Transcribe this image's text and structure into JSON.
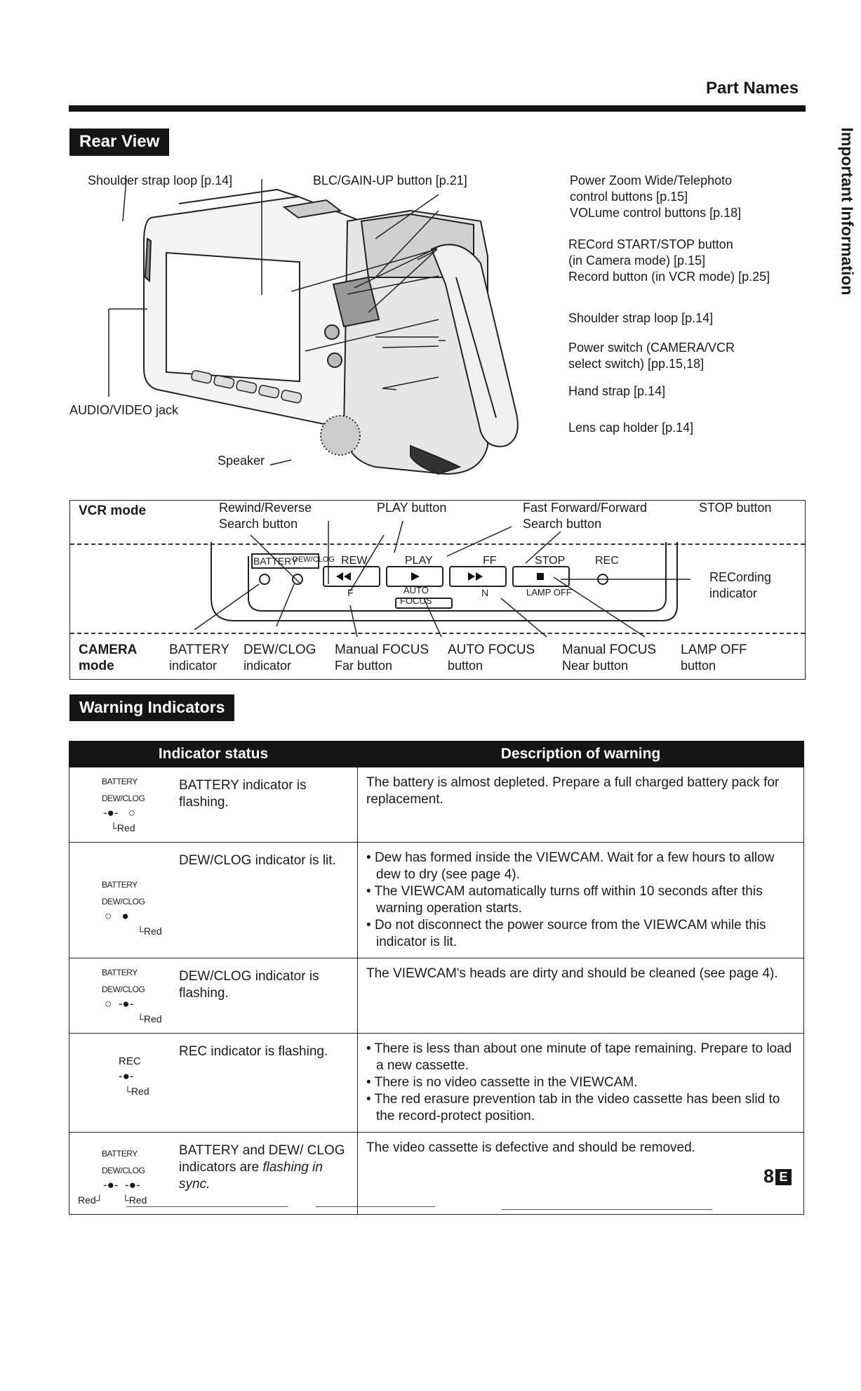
{
  "header": {
    "title": "Part Names",
    "side_tab": "Important Information"
  },
  "rear_view": {
    "section_title": "Rear View",
    "callouts": {
      "shoulder_strap_top": "Shoulder strap loop [p.14]",
      "blc_gain": "BLC/GAIN-UP button [p.21]",
      "power_zoom": [
        "Power Zoom Wide/Telephoto",
        "control buttons [p.15]",
        "VOLume control buttons [p.18]"
      ],
      "record": [
        "RECord START/STOP button",
        "(in Camera mode) [p.15]",
        "Record button (in VCR mode) [p.25]"
      ],
      "shoulder_strap_right": "Shoulder strap loop [p.14]",
      "power_switch": [
        "Power switch (CAMERA/VCR",
        "select switch) [pp.15,18]"
      ],
      "hand_strap": "Hand strap [p.14]",
      "lens_cap": "Lens cap holder [p.14]",
      "audio_video": "AUDIO/VIDEO jack",
      "speaker": "Speaker"
    }
  },
  "control_panel": {
    "vcr_mode_label": "VCR mode",
    "camera_mode_label": [
      "CAMERA",
      "mode"
    ],
    "vcr_labels": {
      "rew": [
        "Rewind/Reverse",
        "Search button"
      ],
      "play": "PLAY button",
      "ff": [
        "Fast Forward/Forward",
        "Search button"
      ],
      "stop": "STOP button",
      "rec_indicator": [
        "RECording",
        "indicator"
      ]
    },
    "camera_labels": {
      "battery": [
        "BATTERY",
        "indicator"
      ],
      "dewclog": [
        "DEW/CLOG",
        "indicator"
      ],
      "manual_far": [
        "Manual FOCUS",
        "Far button"
      ],
      "auto_focus": [
        "AUTO FOCUS",
        "button"
      ],
      "manual_near": [
        "Manual FOCUS",
        "Near button"
      ],
      "lamp_off": [
        "LAMP OFF",
        "button"
      ]
    },
    "panel_text": {
      "battery": "BATTERY",
      "dewclog": "DEW/CLOG",
      "rew": "REW",
      "play": "PLAY",
      "ff": "FF",
      "stop": "STOP",
      "rec": "REC",
      "f": "F",
      "auto": "AUTO",
      "focus": "FOCUS",
      "n": "N",
      "lamp_off": "LAMP OFF"
    }
  },
  "warnings": {
    "section_title": "Warning Indicators",
    "col_status": "Indicator status",
    "col_description": "Description of warning",
    "icon_text": {
      "battery": "BATTERY",
      "dewclog": "DEW/CLOG",
      "rec": "REC",
      "red": "Red"
    },
    "rows": [
      {
        "status": "BATTERY indicator is flashing.",
        "description": "The battery is almost depleted. Prepare a full charged battery pack for replacement."
      },
      {
        "status": "DEW/CLOG indicator is lit.",
        "bullets": [
          "Dew has formed inside the VIEWCAM. Wait for a few hours to allow dew to dry (see page 4).",
          "The VIEWCAM automatically turns off within 10 seconds after this warning operation starts.",
          "Do not disconnect the power source from the VIEWCAM while this indicator is lit."
        ]
      },
      {
        "status": "DEW/CLOG indicator is flashing.",
        "description": "The VIEWCAM's heads are dirty and should be cleaned (see page 4)."
      },
      {
        "status": "REC indicator is flashing.",
        "bullets": [
          "There is less than about one minute of tape remaining. Prepare to load a new cassette.",
          "There is no video cassette in the VIEWCAM.",
          "The red erasure prevention tab in the video cassette has been slid to the record-protect position."
        ]
      },
      {
        "status_main": "BATTERY and DEW/ CLOG indicators are",
        "status_italic": "flashing in sync.",
        "description": "The video cassette is defective and should be removed."
      }
    ]
  },
  "footer": {
    "page_number": "8",
    "page_letter": "E"
  }
}
